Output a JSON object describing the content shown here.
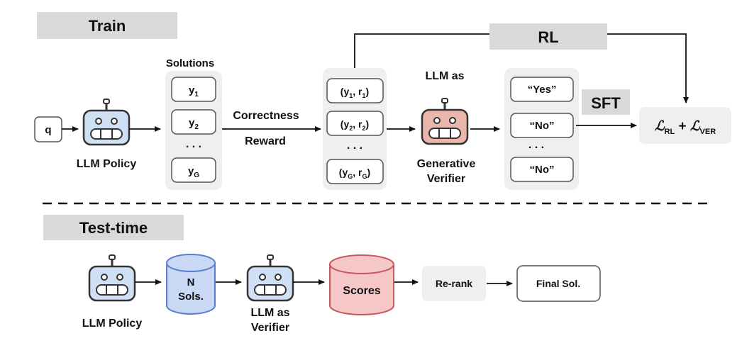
{
  "train": {
    "section_label": "Train",
    "query": "q",
    "policy_label": "LLM Policy",
    "solutions_title": "Solutions",
    "solutions": [
      {
        "base": "y",
        "sub": "1"
      },
      {
        "base": "y",
        "sub": "2"
      },
      {
        "base": "y",
        "sub": "G"
      }
    ],
    "ellipsis": ". . .",
    "correctness_label": "Correctness",
    "reward_label": "Reward",
    "pairs": [
      {
        "y": "1",
        "r": "1"
      },
      {
        "y": "2",
        "r": "2"
      },
      {
        "y": "G",
        "r": "G"
      }
    ],
    "verifier_top": "LLM as",
    "verifier_bottom_1": "Generative",
    "verifier_bottom_2": "Verifier",
    "verdicts": [
      "“Yes”",
      "“No”",
      "“No”"
    ],
    "rl_label": "RL",
    "sft_label": "SFT",
    "loss": {
      "a_sub": "RL",
      "b_sub": "VER"
    }
  },
  "test": {
    "section_label": "Test-time",
    "policy_label": "LLM Policy",
    "nsols_1": "N",
    "nsols_2": "Sols.",
    "verifier_1": "LLM as",
    "verifier_2": "Verifier",
    "scores_label": "Scores",
    "rerank_label": "Re-rank",
    "final_label": "Final Sol."
  },
  "colors": {
    "robot_blue": "#cfe0f5",
    "robot_red": "#eab5aa",
    "db_blue": "#c9d8f5",
    "db_blue_stroke": "#5b7fc9",
    "db_red": "#f5c7c7",
    "db_red_stroke": "#c8585e",
    "gray_panel": "#d9d9d9",
    "light_panel": "#efefef"
  },
  "icons": [
    "robot-icon",
    "database-icon"
  ]
}
